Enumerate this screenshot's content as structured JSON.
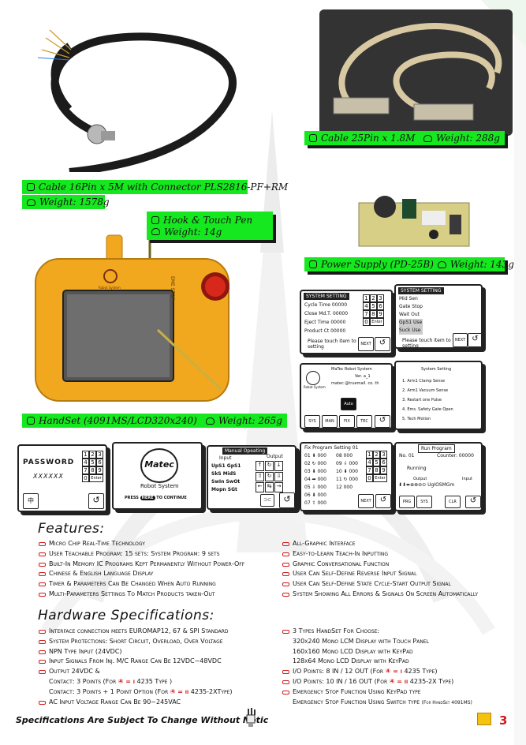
{
  "labels": {
    "cable25": "Cable 25Pin x 1.8M",
    "cable25_weight": "Weight: 288g",
    "cable16": "Cable 16Pin x 5M with Connector PLS2816-PF+RM",
    "cable16_weight": "Weight: 1578g",
    "hook_pen": "Hook & Touch Pen",
    "hook_weight": "Weight: 14g",
    "power": "Power Supply (PD-25B)",
    "power_weight": "Weight: 143g",
    "handset": "HandSet (4091MS/LCD320x240)",
    "handset_weight": "Weight: 265g",
    "estop": "EME STOP",
    "handset_logo_text": "Robot System"
  },
  "screens": {
    "sys1": {
      "header": "SYSTEM SETTING",
      "rows": [
        {
          "label": "Cycle Time",
          "value": "00000"
        },
        {
          "label": "Close Md.T.",
          "value": "00000"
        },
        {
          "label": "Eject Time",
          "value": "00000"
        },
        {
          "label": "Product Ct",
          "value": "00000"
        }
      ],
      "touch": "Please touch item to setting",
      "next": "NEXT"
    },
    "sys2": {
      "header": "SYSTEM SETTING",
      "items": [
        "Mid Sen",
        "Gate Stop",
        "Wait Out",
        "GpS1 Use",
        "Suck Use"
      ],
      "touch": "Please touch item to setting",
      "next": "NEXT"
    },
    "matec": {
      "title": "MaTec Robot System",
      "ver": "Ver. a_1",
      "email": "matec @truemail. co. th",
      "auto": "Auto",
      "logo": "Robot System",
      "buttons": [
        "SYS",
        "MAN",
        "FIX",
        "TEC"
      ]
    },
    "sysset": {
      "title": "System Setting",
      "items": [
        "1.   Arm1  Clamp  Sense",
        "2.   Arm1  Vacuum  Sense",
        "3.   Restart  one  Pulse",
        "4.   Ems.  Safety  Gate  Open",
        "5.   Tech  Motion"
      ]
    },
    "password": {
      "label": "PASSWORD",
      "value": "XXXXXX"
    },
    "logo": {
      "text": "Robot System",
      "press": "PRESS",
      "here": "HERE",
      "cont": "TO CONTINUE"
    },
    "manual": {
      "title": "Manual Opeating",
      "input": "Input",
      "output": "Output",
      "rows": [
        [
          "UpS1",
          "GpS1"
        ],
        [
          "SkS",
          "MidS"
        ],
        [
          "SwIn",
          "SwOt"
        ],
        [
          "Mopn",
          "SGt"
        ]
      ]
    },
    "fix": {
      "title": "Fix Program Setting 01",
      "left": [
        "01",
        "02",
        "03",
        "04",
        "05",
        "06",
        "07"
      ],
      "right": [
        "08",
        "09",
        "10",
        "11",
        "12"
      ],
      "val": "000",
      "next": "NEXT"
    },
    "run": {
      "title": "Run Program",
      "no": "No. 01",
      "counter": "Counter: 00000",
      "running": "Running",
      "output": "Output",
      "input": "Input",
      "io": "UgIOSMGm",
      "buttons": [
        "PRG",
        "SYS",
        "CLR"
      ]
    },
    "keypad": [
      "1",
      "2",
      "3",
      "4",
      "5",
      "6",
      "7",
      "8",
      "9",
      "0",
      "Enter"
    ]
  },
  "features": {
    "title": "Features:",
    "left": [
      "Micro Chip Real-Time Technology",
      "User Teachable Program: 15 sets: System Program: 9 sets",
      "Built-In Memory IC Programs Kept Permanently Without Power-Off",
      "Chinese & English Language Display",
      "Timer & Parameters Can Be Changed When Auto Running",
      "Multi-Parameters Settings To Match Products taken-Out"
    ],
    "right": [
      "All-Graphic Interface",
      "Easy-to-Learn Teach-In Inputting",
      "Graphic Conversational Function",
      "User Can Self-Define Reverse Input Signal",
      "User Can Self-Define State Cycle-Start Output Signal",
      "System Showing All Errors & Signals On Screen Automatically"
    ]
  },
  "hardware": {
    "title": "Hardware Specifications:",
    "left": [
      "Interface connection meets EUROMAP12, 67 & SPI Standard",
      "System Protections: Short Circuit, Overload, Over Voltage",
      "NPN Type Input (24VDC)",
      "Input Signals From Inj. M/C Range Can Be 12VDC~48VDC",
      "Output 24VDC &"
    ],
    "contact1_pre": "Contact: 3 Points (For",
    "contact1_post": "4235 Type  )",
    "contact2_pre": "Contact: 3 Points + 1 Point Option (For",
    "contact2_post": "4235-2XType)",
    "ac": "AC Input Voltage Range Can Be 90~245VAC",
    "right_head": "3 Types HandSet For Choose:",
    "right_sub": [
      "320x240 Mono LCM Display with Touch Panel",
      "160x160 Mono LCD Display with KeyPad",
      "128x64 Mono LCD Display with KeyPad"
    ],
    "io1_pre": "I/O Points: 8 IN / 12 OUT (For",
    "io1_post": "4235 Type)",
    "io2_pre": "I/O Points: 10 IN / 16 OUT (For",
    "io2_post": "4235-2X Type)",
    "estop1": "Emergency Stop Function Using KeyPad type",
    "estop2": "Emergency Stop Function Using Switch type",
    "estop2_note": "(For HandSet 4091MS)",
    "badge_i": "④ = i",
    "badge_ii": "④ = ii"
  },
  "footer": {
    "text": "Specifications Are Subject To Change Without Notic",
    "page": "3"
  },
  "colors": {
    "accent": "#16e81f",
    "bullet": "#d01a1a",
    "handset_body": "#f2a81e"
  }
}
